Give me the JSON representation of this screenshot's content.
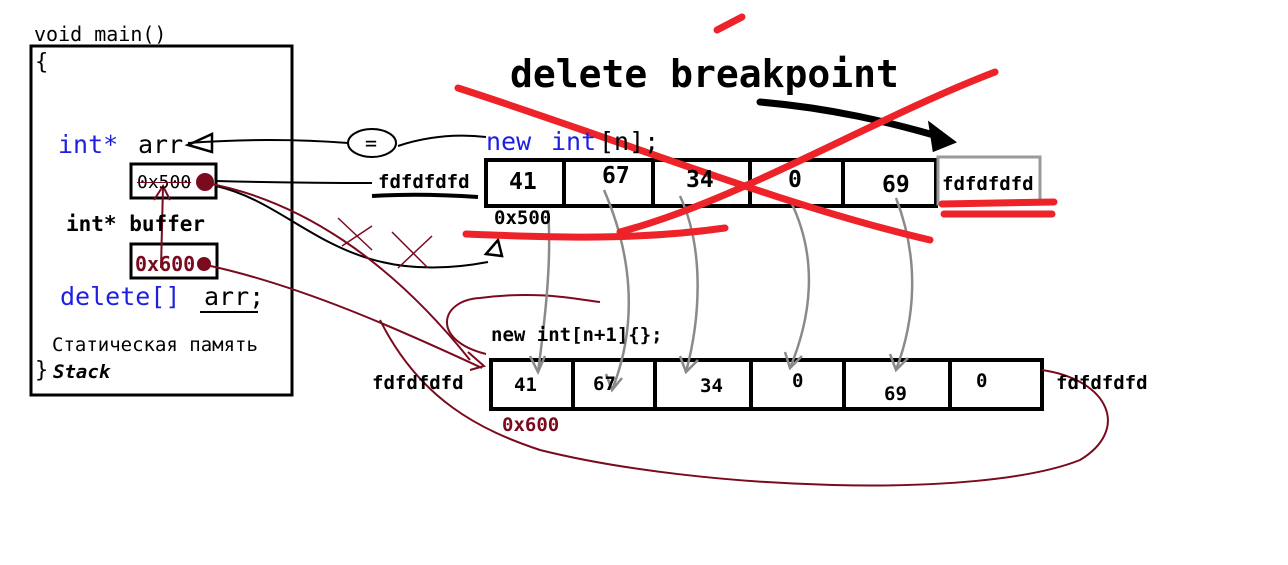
{
  "stack_frame": {
    "signature": "void main()",
    "open_brace": "{",
    "close_brace": "}",
    "arr_type": "int*",
    "arr_name": "arr",
    "arr_value": "0x500",
    "buffer_decl": "int* buffer",
    "buffer_value": "0x600",
    "delete_kw": "delete[]",
    "delete_arg": "arr;",
    "static_memory_label": "Статическая память",
    "stack_label": "Stack"
  },
  "equals_sign": "=",
  "title": "delete breakpoint",
  "old_array": {
    "alloc_new": "new",
    "alloc_int": "int",
    "alloc_rest": "[n];",
    "guard_left": "fdfdfdfd",
    "guard_right": "fdfdfdfd",
    "values": [
      "41",
      "67",
      "34",
      "0",
      "69"
    ],
    "address": "0x500"
  },
  "new_array": {
    "alloc": "new int[n+1]{};",
    "guard_left": "fdfdfdfd",
    "guard_right": "fdfdfdfd",
    "values": [
      "41",
      "67",
      "34",
      "0",
      "69",
      "0"
    ],
    "address": "0x600"
  },
  "colors": {
    "ink": "#000000",
    "keyword_blue": "#1f1fe0",
    "pointer_dark_red": "#7a0a1e",
    "cross_red": "#ee2229",
    "copy_arrow_gray": "#8a8a8a",
    "guard_box_gray": "#9a9a9a"
  }
}
